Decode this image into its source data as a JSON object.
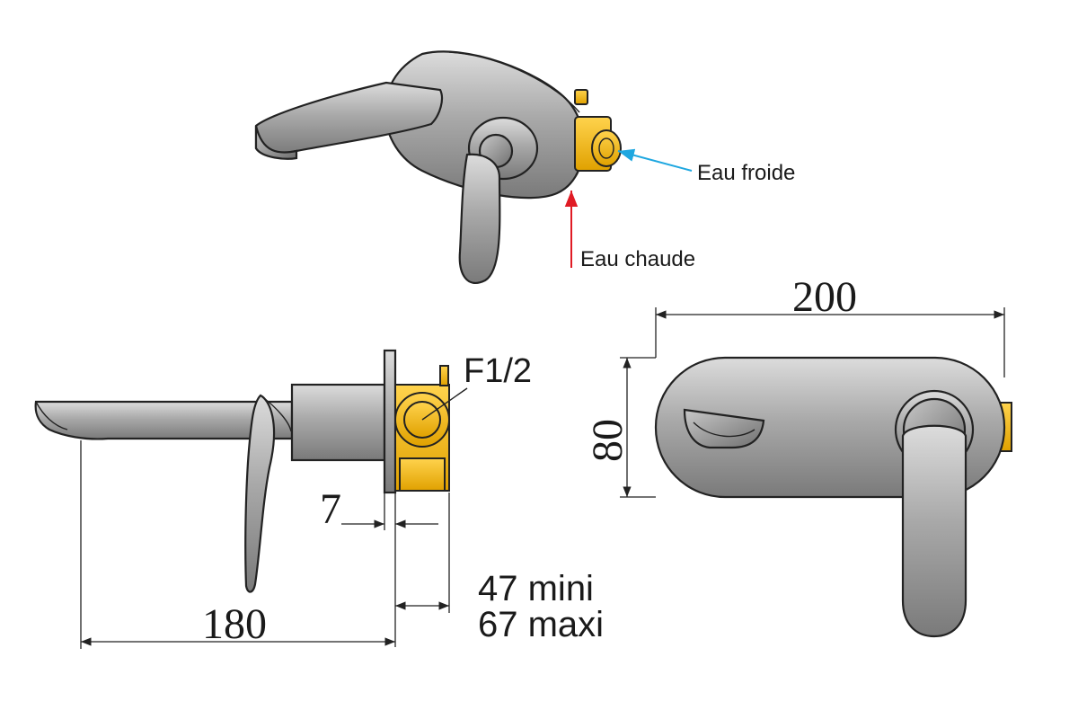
{
  "colors": {
    "cold_water": "#1ea7e0",
    "hot_water": "#e01b24",
    "brass": "#f3b400",
    "chrome": "#b5b5b5"
  },
  "labels": {
    "cold_water": "Eau froide",
    "hot_water": "Eau chaude",
    "thread": "F1/2",
    "width": "200",
    "height": "80",
    "plate_thickness": "7",
    "spout_length": "180",
    "depth_min": "47 mini",
    "depth_max": "67 maxi"
  }
}
